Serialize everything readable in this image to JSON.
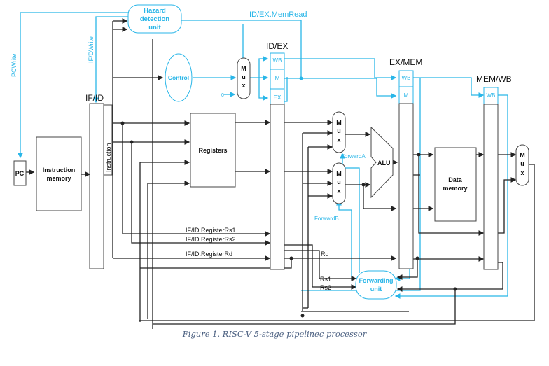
{
  "colors": {
    "control": "#29b6e8",
    "datapath": "#222222",
    "caption": "#4a5f80"
  },
  "blocks": {
    "hazard": [
      "Hazard",
      "detection",
      "unit"
    ],
    "control": "Control",
    "pc": "PC",
    "imem": [
      "Instruction",
      "memory"
    ],
    "registers": "Registers",
    "alu": "ALU",
    "dmem": [
      "Data",
      "memory"
    ],
    "forwarding": [
      "Forwarding",
      "unit"
    ],
    "mux": [
      "M",
      "u",
      "x"
    ]
  },
  "pipeline_registers": {
    "if_id": "IF/ID",
    "id_ex": "ID/EX",
    "ex_mem": "EX/MEM",
    "mem_wb": "MEM/WB",
    "id_ex_fields": [
      "WB",
      "M",
      "EX"
    ],
    "ex_mem_fields": [
      "WB",
      "M"
    ],
    "mem_wb_fields": [
      "WB"
    ]
  },
  "signals": {
    "pcwrite": "PCWrite",
    "ifdwrite": "IF/DWrite",
    "memread": "ID/EX.MemRead",
    "zero": "0",
    "instruction": "Instruction",
    "forwardA": "ForwardA",
    "forwardB": "ForwardB",
    "rs1_full": "IF/ID.RegisterRs1",
    "rs2_full": "IF/ID.RegisterRs2",
    "rd_full": "IF/ID.RegisterRd",
    "rd": "Rd",
    "rs1": "Rs1",
    "rs2": "Rs2"
  },
  "caption": "Figure 1. RISC-V 5-stage pipelinec processor"
}
